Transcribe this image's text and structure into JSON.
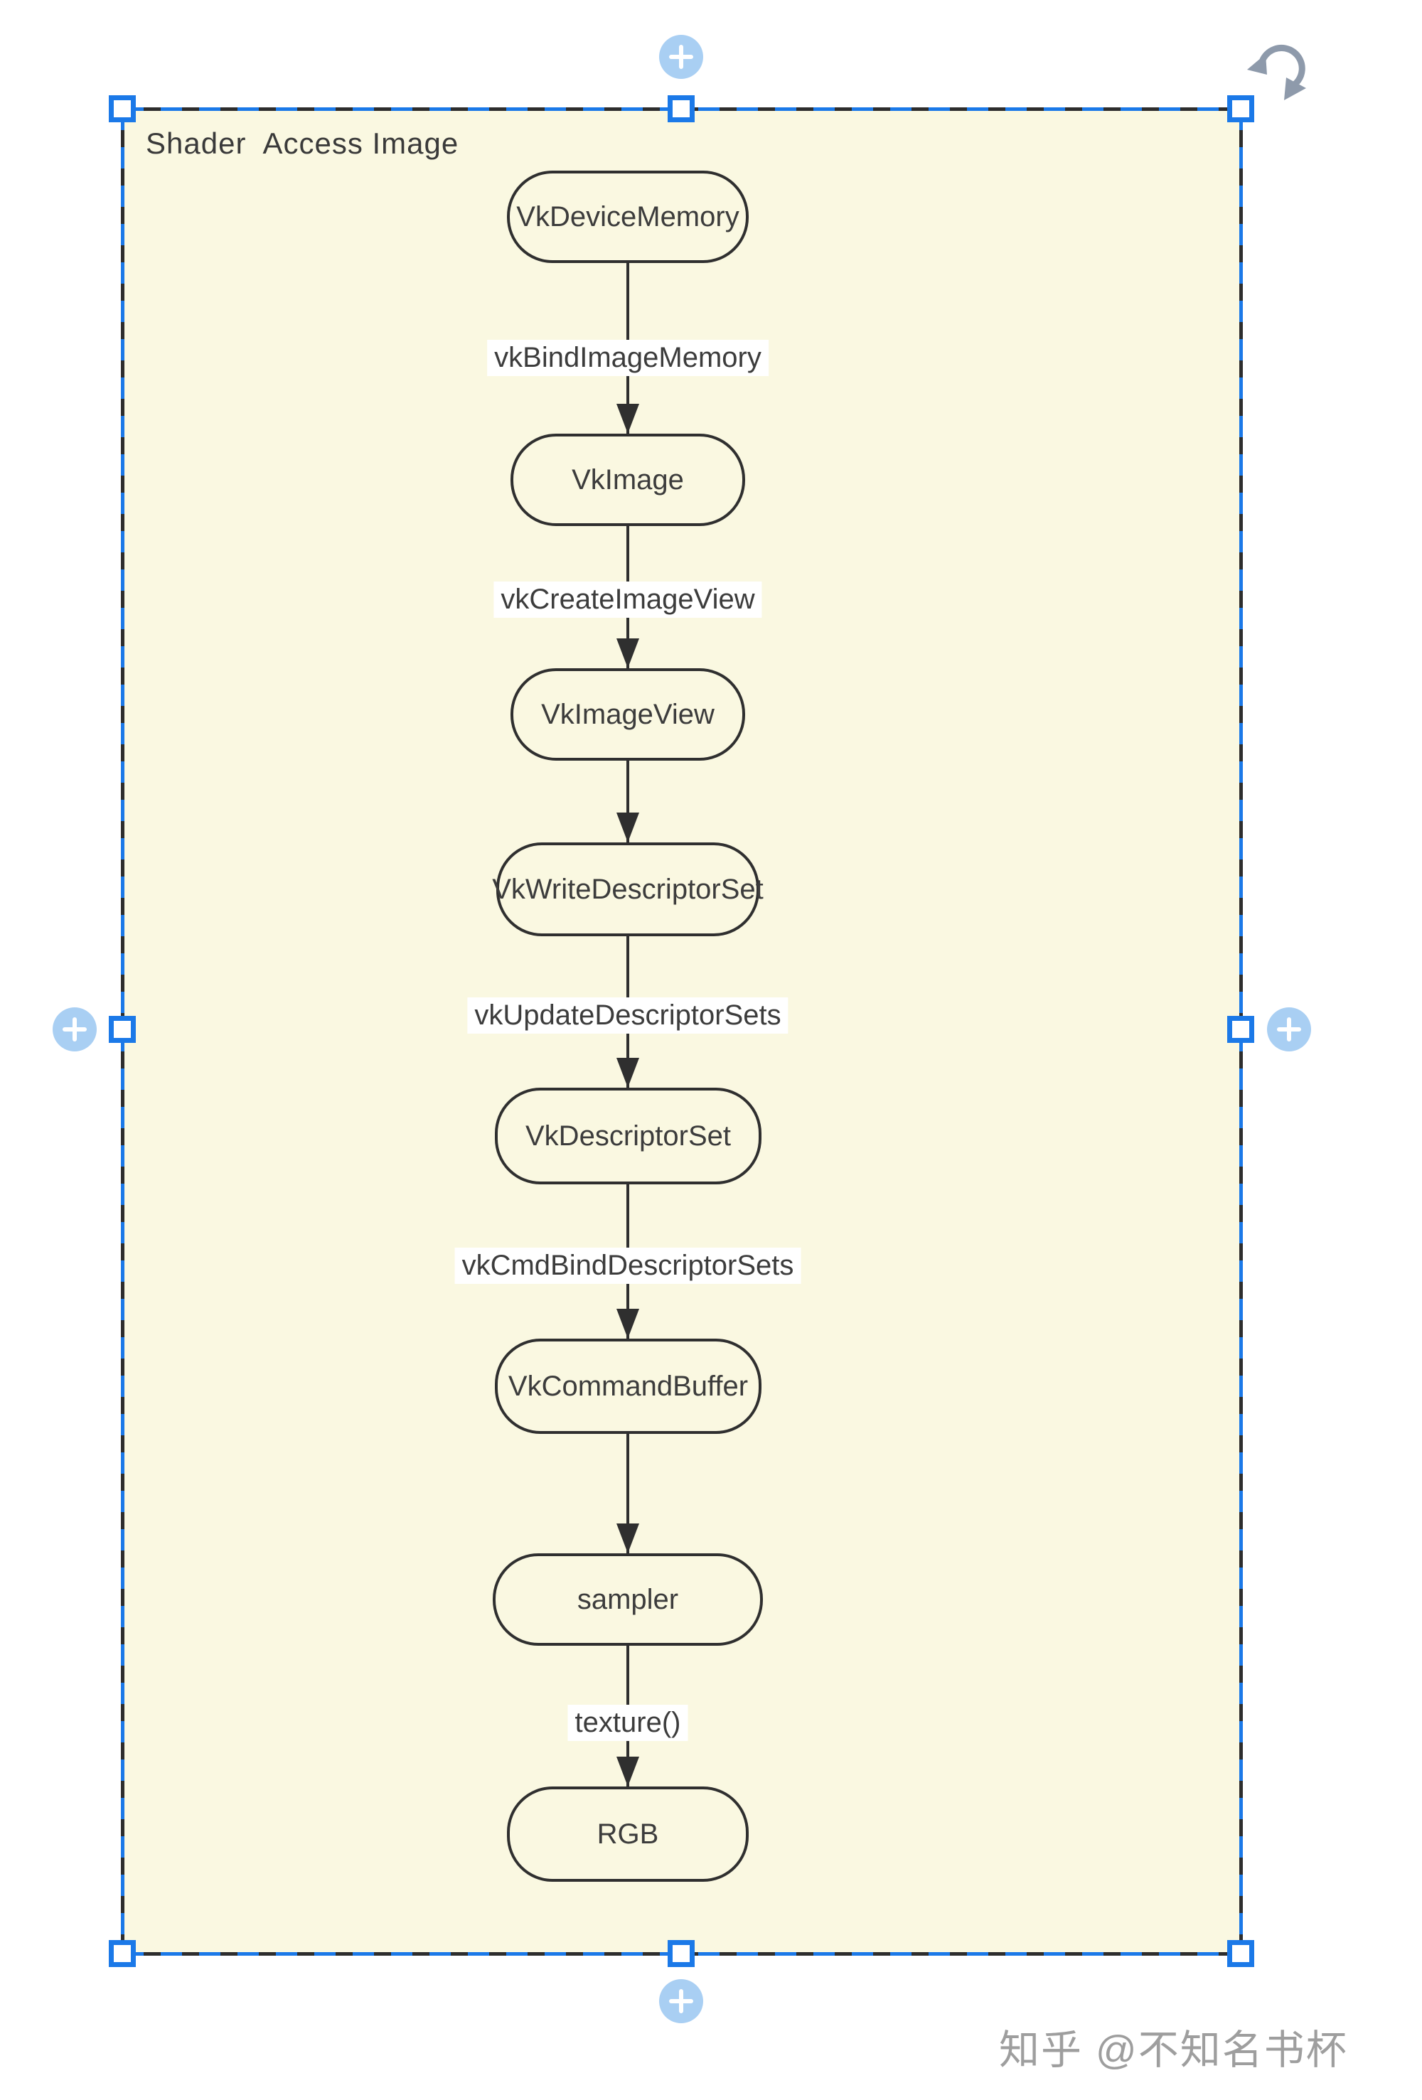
{
  "diagram": {
    "group_title": "Shader  Access Image",
    "nodes": [
      {
        "label": "VkDeviceMemory"
      },
      {
        "label": "VkImage"
      },
      {
        "label": "VkImageView"
      },
      {
        "label": "VkWriteDescriptorSet"
      },
      {
        "label": "VkDescriptorSet"
      },
      {
        "label": "VkCommandBuffer"
      },
      {
        "label": "sampler"
      },
      {
        "label": "RGB"
      }
    ],
    "edges": [
      {
        "from": "VkDeviceMemory",
        "to": "VkImage",
        "label": "vkBindImageMemory"
      },
      {
        "from": "VkImage",
        "to": "VkImageView",
        "label": "vkCreateImageView"
      },
      {
        "from": "VkImageView",
        "to": "VkWriteDescriptorSet",
        "label": ""
      },
      {
        "from": "VkWriteDescriptorSet",
        "to": "VkDescriptorSet",
        "label": "vkUpdateDescriptorSets"
      },
      {
        "from": "VkDescriptorSet",
        "to": "VkCommandBuffer",
        "label": "vkCmdBindDescriptorSets"
      },
      {
        "from": "VkCommandBuffer",
        "to": "sampler",
        "label": ""
      },
      {
        "from": "sampler",
        "to": "RGB",
        "label": "texture()"
      }
    ]
  },
  "selection": {
    "handles": [
      "top-left",
      "top-center",
      "top-right",
      "middle-left",
      "middle-right",
      "bottom-left",
      "bottom-center",
      "bottom-right"
    ],
    "add_buttons": [
      "top",
      "left",
      "right",
      "bottom"
    ],
    "rotate_handle": "rotate"
  },
  "colors": {
    "group_fill": "#FAF8E1",
    "node_border": "#2F2F2F",
    "selection_blue": "#1B79E8",
    "add_button_blue": "#A9CFF3",
    "rotate_gray": "#8E9AAB",
    "text_dark": "#3C3C3C",
    "watermark_gray": "#9E9E9E",
    "page_background": "#FFFFFF"
  },
  "watermark": {
    "text": "知乎 @不知名书杯"
  }
}
